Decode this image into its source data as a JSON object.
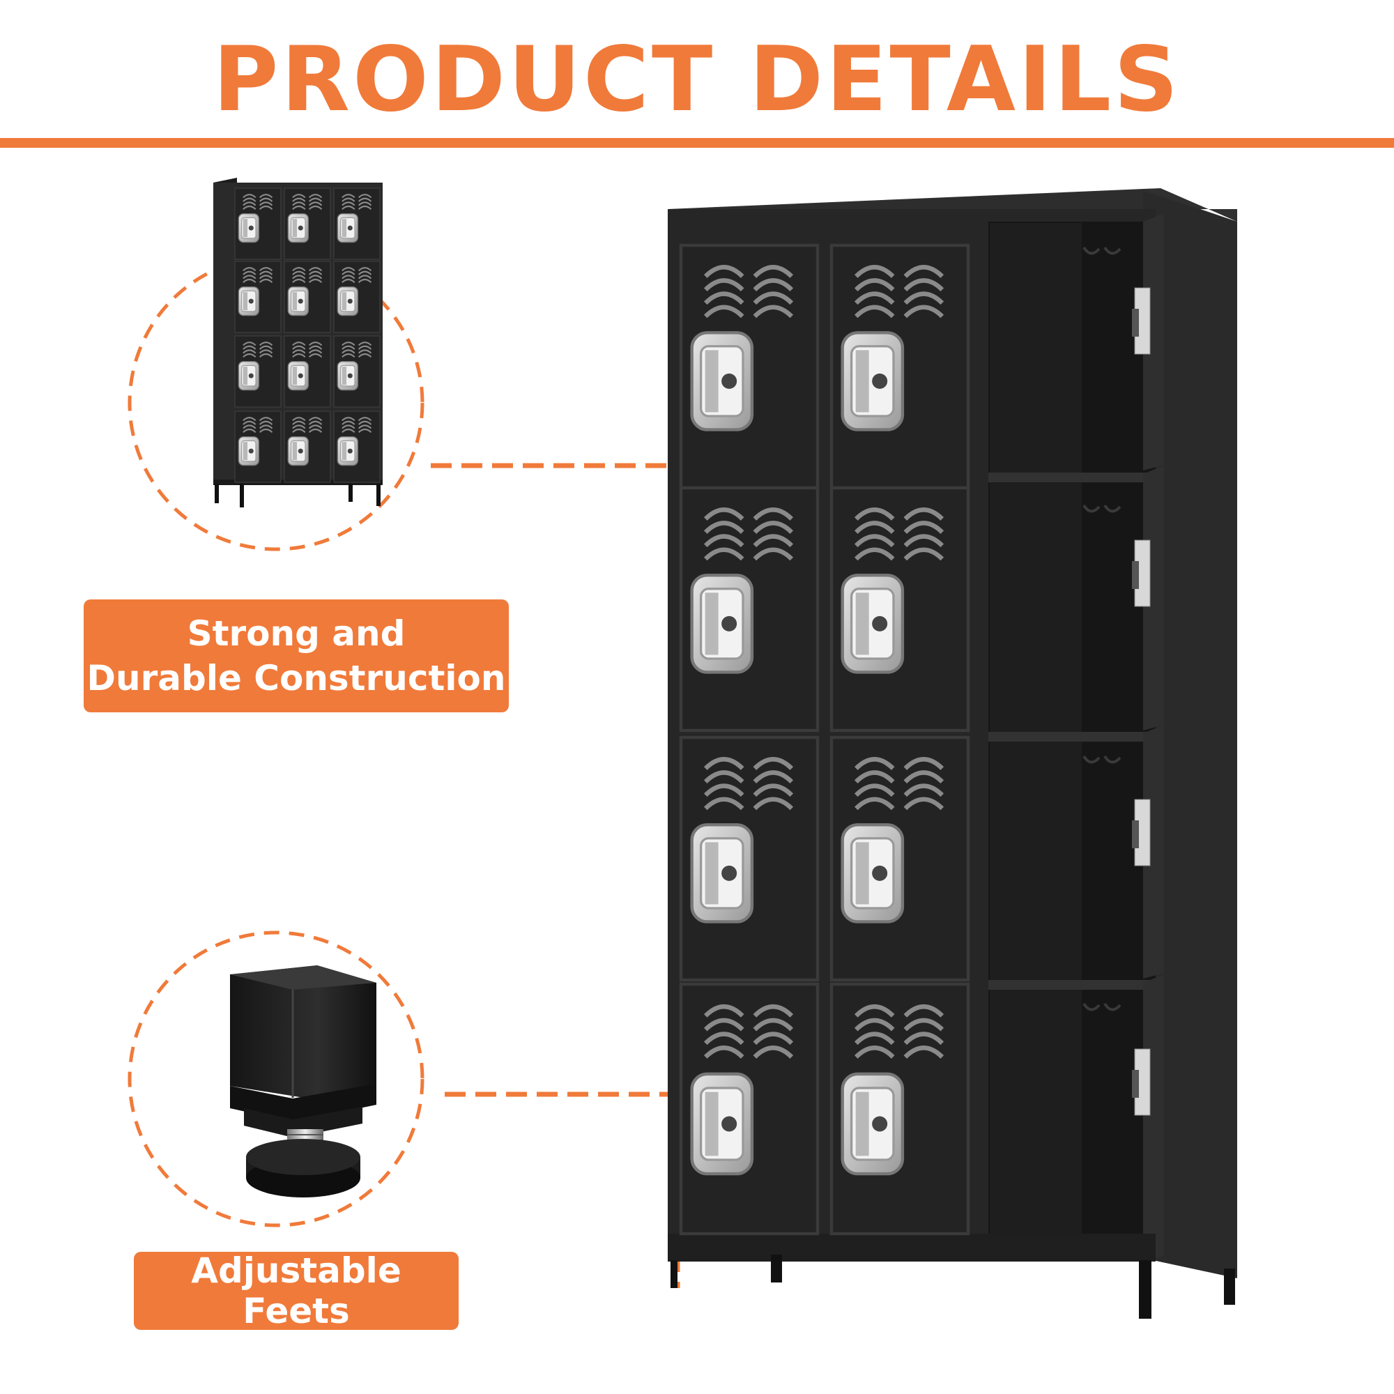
{
  "heading": "PRODUCT DETAILS",
  "features": [
    {
      "line1": "Strong and",
      "line2": "Durable Construction"
    },
    {
      "line1": "Adjustable Feets"
    }
  ],
  "colors": {
    "accent": "#F07A3A",
    "cabinet": "#2b2b2b",
    "cabinet_dark": "#1a1a1a",
    "handle": "#c9c9c9"
  },
  "icons": [
    "locker-cabinet-thumbnail",
    "adjustable-foot-closeup"
  ]
}
